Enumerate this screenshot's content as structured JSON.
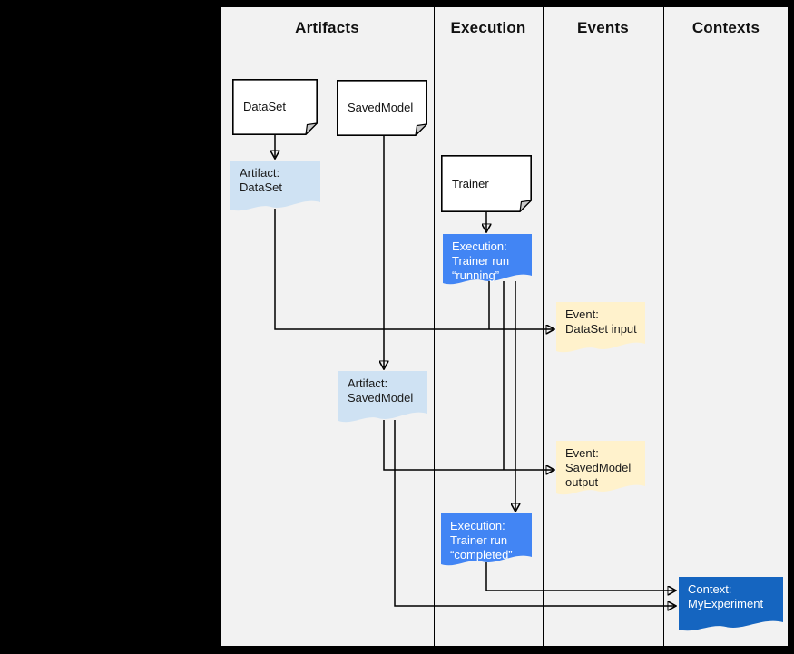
{
  "columns": [
    {
      "label": "Artifacts"
    },
    {
      "label": "Execution"
    },
    {
      "label": "Events"
    },
    {
      "label": "Contexts"
    }
  ],
  "nodes": {
    "dataset_card": "DataSet",
    "savedmodel_card": "SavedModel",
    "trainer_card": "Trainer",
    "artifact_dataset": "Artifact:\nDataSet",
    "exec_running": "Execution:\nTrainer run\n“running”",
    "event_dataset_input": "Event:\nDataSet input",
    "artifact_savedmodel": "Artifact:\nSavedModel",
    "event_savedmodel_output": "Event:\nSavedModel\noutput",
    "exec_completed": "Execution:\nTrainer run\n“completed”",
    "context_myexperiment": "Context:\nMyExperiment"
  },
  "colors": {
    "page_background": "#000000",
    "panel_background": "#f2f2f2",
    "card_fill": "#ffffff",
    "card_fold": "#c9c9c9",
    "artifact_fill": "#cfe2f3",
    "execution_fill": "#4285f4",
    "event_fill": "#fff2cc",
    "context_fill": "#1565c0",
    "line": "#000000",
    "light_text": "#1b1b1b",
    "inverse_text": "#ffffff"
  }
}
